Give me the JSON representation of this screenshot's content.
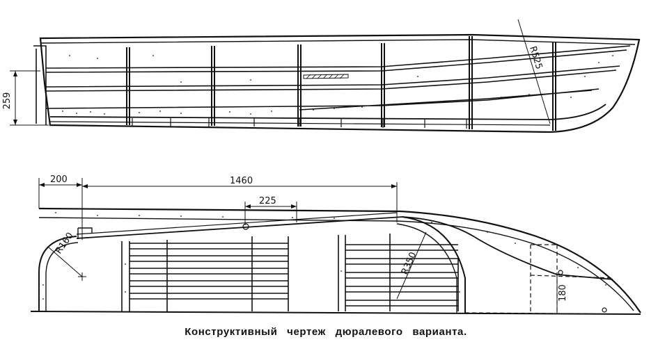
{
  "side_view": {
    "dim_height": "259",
    "dim_bow_radius": "R525"
  },
  "plan_view": {
    "dim_left": "200",
    "dim_total": "1460",
    "dim_mid": "225",
    "dim_stern_radius": "R160",
    "dim_bow_radius": "R350",
    "dim_bow_height": "180"
  },
  "caption": "Конструктивный чертеж дюралевого варианта.",
  "colors": {
    "ink": "#111111",
    "paper": "#ffffff"
  }
}
